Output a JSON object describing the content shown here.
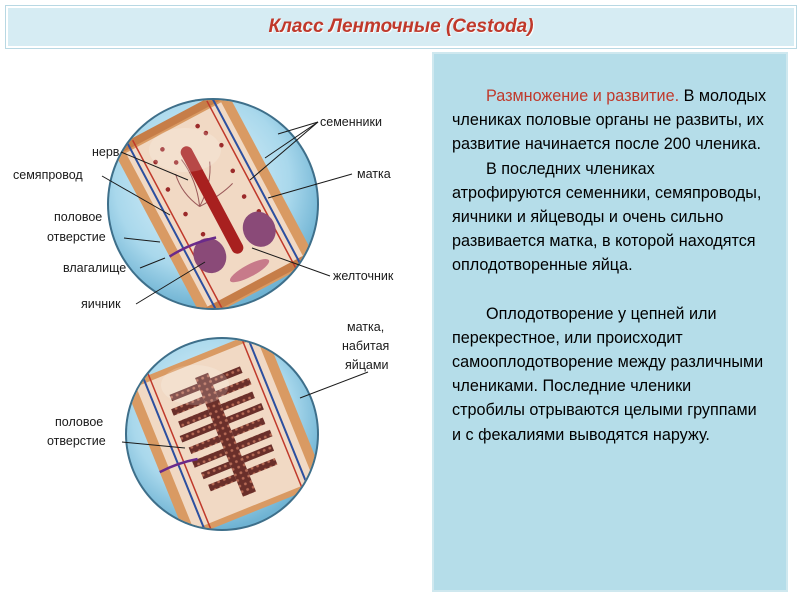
{
  "title": "Класс Ленточные (Cestoda)",
  "text": {
    "p1_highlight": "Размножение и развитие.",
    "p1_rest": " В молодых члениках половые органы не развиты, их развитие начинается после 200 членика.",
    "p2": "В последних члениках атрофируются семенники, семяпроводы, яичники и яйцеводы и очень сильно развивается матка, в которой находятся оплодотворенные яйца.",
    "p3": "Оплодотворение у цепней или перекрестное, или происходит самооплодотворение между различными члениками. Последние членики стробилы отрываются целыми группами и с фекалиями выводятся наружу."
  },
  "diagram_top": {
    "labels": {
      "nerve": "нерв",
      "sperm_duct": "семяпровод",
      "genital_pore_1": "половое",
      "genital_pore_2": "отверстие",
      "vagina": "влагалище",
      "ovary": "яичник",
      "testes": "семенники",
      "uterus": "матка",
      "vitellarium": "желточник"
    }
  },
  "diagram_bottom": {
    "labels": {
      "uterus_full_1": "матка,",
      "uterus_full_2": "набитая",
      "uterus_full_3": "яйцами",
      "genital_pore_1": "половое",
      "genital_pore_2": "отверстие"
    }
  },
  "colors": {
    "title": "#c0392b",
    "title_bg": "#d6ecf3",
    "panel_bg": "#b5dde9",
    "highlight": "#c0392b"
  }
}
